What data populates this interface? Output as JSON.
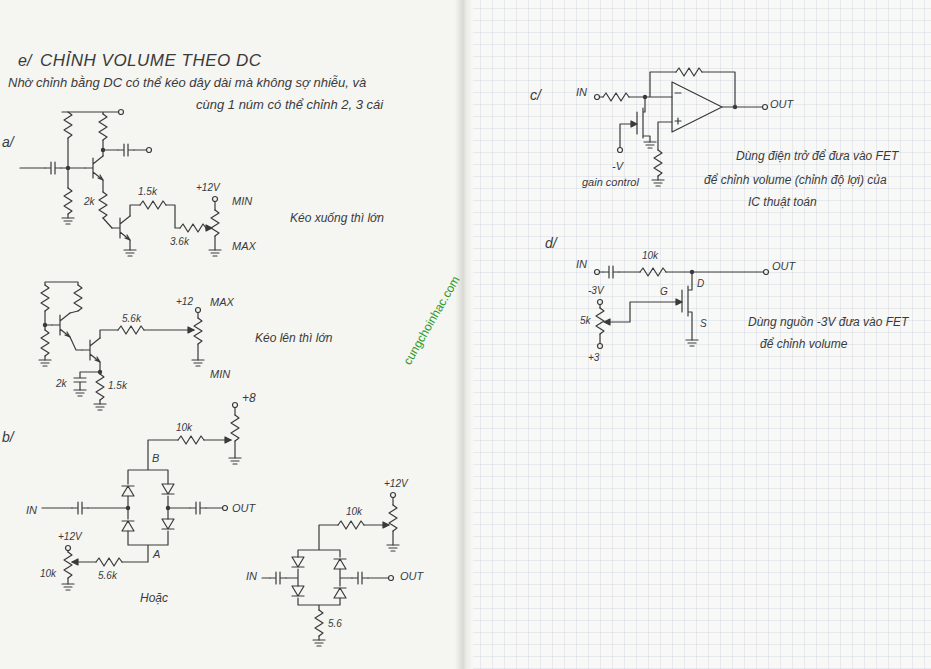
{
  "diagram": {
    "title": "CHỈNH VOLUME THEO DC",
    "labels": [
      "e/",
      "Nhờ chỉnh bằng DC có thể kéo dây dài mà không sợ nhiễu, và",
      "cùng 1 núm có thể chỉnh 2, 3 cái",
      "a/",
      "1.5k",
      "2k",
      "3.6k",
      "+12V",
      "MIN",
      "MAX",
      "Kéo xuống thì lớn",
      "5.6k",
      "+12",
      "MAX",
      "MIN",
      "2k",
      "1.5k",
      "Kéo lên thì lớn",
      "b/",
      "+8",
      "10k",
      "B",
      "IN",
      "OUT",
      "A",
      "+12V",
      "10k",
      "5.6k",
      "Hoặc",
      "10k",
      "+12V",
      "IN",
      "OUT",
      "5.6",
      "c/",
      "IN",
      "OUT",
      "-V",
      "gain control",
      "Dùng điện trở để đưa vào FET",
      "để chỉnh volume (chỉnh độ lợi) của",
      "IC thuật toán",
      "d/",
      "IN",
      "10k",
      "OUT",
      "-3V",
      "5k",
      "+3",
      "G",
      "D",
      "S",
      "Dùng nguồn -3V đưa vào FET",
      "để chỉnh volume",
      "cungchoinhac.com"
    ]
  }
}
